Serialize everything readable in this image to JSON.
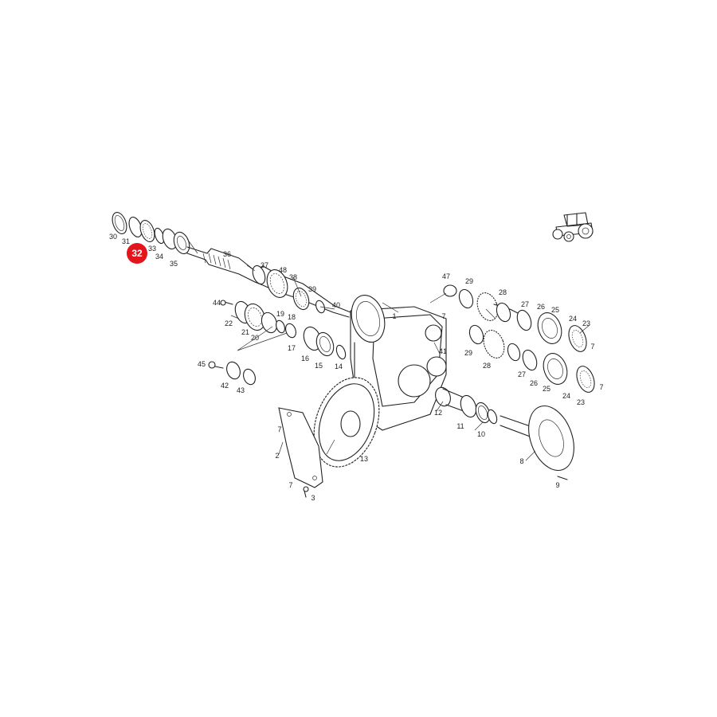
{
  "highlight": {
    "label": "32",
    "color": "#e3141b"
  },
  "callouts": [
    "30",
    "31",
    "33",
    "34",
    "35",
    "36",
    "37",
    "48",
    "38",
    "39",
    "40",
    "44",
    "22",
    "21",
    "20",
    "19",
    "18",
    "17",
    "16",
    "15",
    "14",
    "45",
    "42",
    "43",
    "1",
    "47",
    "7",
    "41",
    "29",
    "28",
    "27",
    "26",
    "25",
    "24",
    "23",
    "7",
    "29",
    "28",
    "27",
    "26",
    "25",
    "24",
    "23",
    "7",
    "12",
    "11",
    "10",
    "8",
    "9",
    "2",
    "7",
    "7",
    "3",
    "13"
  ]
}
